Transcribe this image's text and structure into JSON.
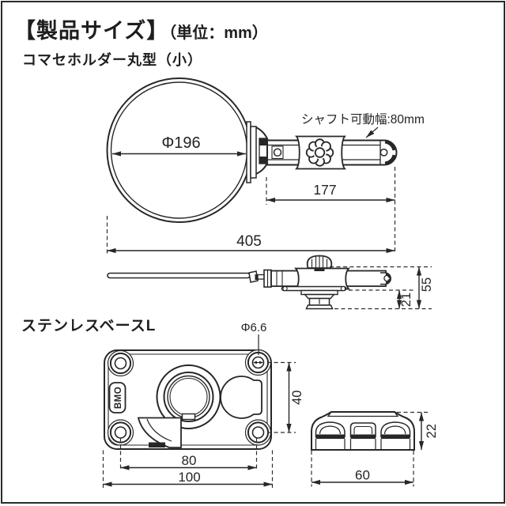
{
  "header": {
    "title_main": "【製品サイズ】",
    "title_unit": "（単位：mm）"
  },
  "products": {
    "holder": {
      "name": "コマセホルダー丸型（小）",
      "ring_inner_diameter": "Φ196",
      "shaft_stroke_note": "シャフト可動幅:80mm",
      "shaft_length_mm": "177",
      "overall_length_mm": "405",
      "mount_post_height_mm": "21",
      "overall_height_mm": "55"
    },
    "base": {
      "name": "ステンレスベースL",
      "logo": "BMO",
      "bolt_hole_diameter": "Φ6.6",
      "hole_pitch_vertical_mm": "40",
      "hole_pitch_horizontal_mm": "80",
      "plate_width_mm": "100",
      "side_width_mm": "60",
      "side_height_mm": "22"
    }
  }
}
